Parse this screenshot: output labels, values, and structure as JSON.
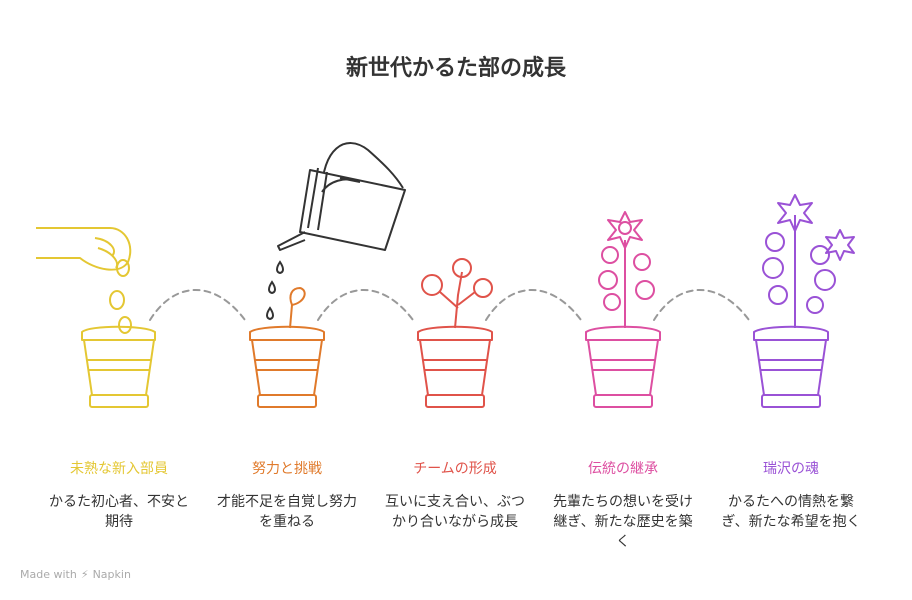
{
  "title": "新世代かるた部の成長",
  "stages": [
    {
      "label": "未熟な新入部員",
      "description": "かるた初心者、不安と期待",
      "color": "#e4c733",
      "icon": "hand-seeds-pot-icon"
    },
    {
      "label": "努力と挑戦",
      "description": "才能不足を自覚し努力を重ねる",
      "color": "#e07a2b",
      "icon": "sprout-pot-icon"
    },
    {
      "label": "チームの形成",
      "description": "互いに支え合い、ぶつかり合いながら成長",
      "color": "#e0534a",
      "icon": "seedling-pot-icon"
    },
    {
      "label": "伝統の継承",
      "description": "先輩たちの想いを受け継ぎ、新たな歴史を築く",
      "color": "#dd4fa1",
      "icon": "flowering-plant-pot-icon"
    },
    {
      "label": "瑞沢の魂",
      "description": "かるたへの情熱を繋ぎ、新たな希望を抱く",
      "color": "#9a52d6",
      "icon": "blooming-plant-pot-icon"
    }
  ],
  "decorations": {
    "watering_can_icon": "watering-can-icon",
    "connector_icon": "dashed-arc-connector"
  },
  "footer": {
    "text": "Made with",
    "brand": "Napkin"
  }
}
